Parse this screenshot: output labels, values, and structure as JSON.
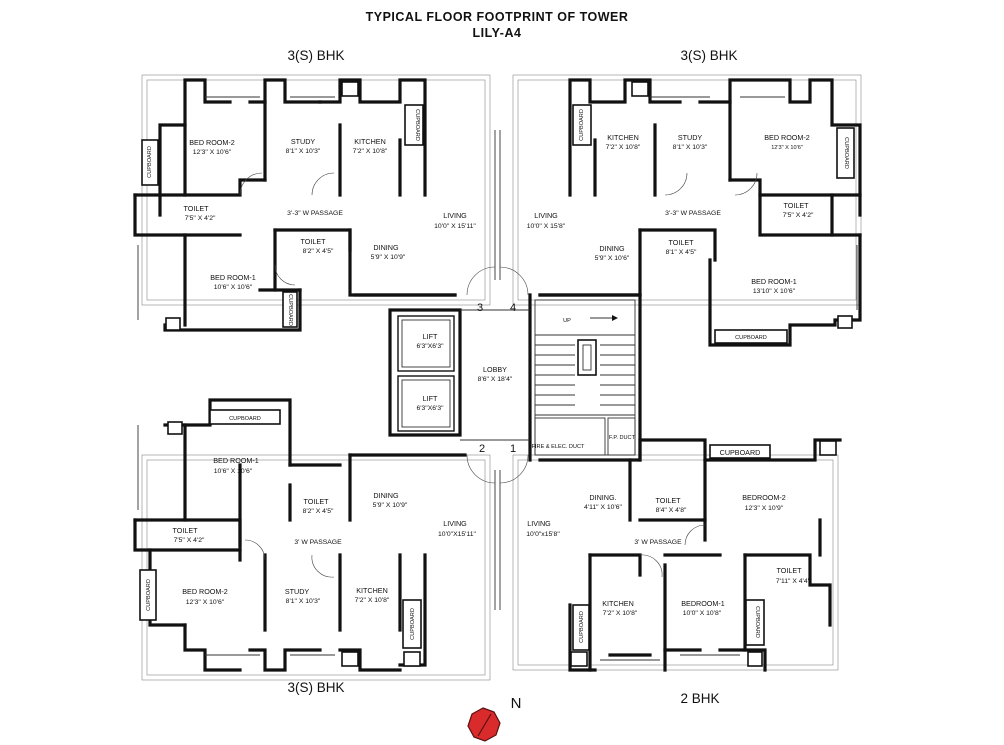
{
  "title": {
    "line1": "TYPICAL FLOOR FOOTPRINT OF TOWER",
    "line2": "LILY-A4"
  },
  "units": {
    "nw": "3(S) BHK",
    "ne": "3(S) BHK",
    "sw": "3(S) BHK",
    "se": "2  BHK"
  },
  "flat_numbers": {
    "n1": "1",
    "n2": "2",
    "n3": "3",
    "n4": "4"
  },
  "north": "N",
  "rooms": {
    "nw": {
      "bed2": {
        "name": "BED ROOM-2",
        "dim": "12'3\" X 10'6\""
      },
      "study": {
        "name": "STUDY",
        "dim": "8'1\" X 10'3\""
      },
      "kitchen": {
        "name": "KITCHEN",
        "dim": "7'2\" X 10'8\""
      },
      "cup_k": "CUPBOARD",
      "cup_b2": "CUPBOARD",
      "toilet1": {
        "name": "TOILET",
        "dim": "7'5\" X 4'2\""
      },
      "passage": "3'-3\" W PASSAGE",
      "living": {
        "name": "LIVING",
        "dim": "10'0\" X 15'11\""
      },
      "toilet2": {
        "name": "TOILET",
        "dim": "8'2\" X 4'5\""
      },
      "dining": {
        "name": "DINING",
        "dim": "5'9\" X 10'9\""
      },
      "bed1": {
        "name": "BED ROOM-1",
        "dim": "10'6\" X 10'6\""
      },
      "cup_b1": "CUPBOARD"
    },
    "ne": {
      "cup_k": "CUPBOARD",
      "kitchen": {
        "name": "KITCHEN",
        "dim": "7'2\" X 10'8\""
      },
      "study": {
        "name": "STUDY",
        "dim": "8'1\" X 10'3\""
      },
      "bed2": {
        "name": "BED ROOM-2",
        "dim": "12'3\" X 10'6\""
      },
      "cup_b2": "CUPBOARD",
      "living": {
        "name": "LIVING",
        "dim": "10'0\" X 15'8\""
      },
      "passage": "3'-3\" W PASSAGE",
      "toilet1": {
        "name": "TOILET",
        "dim": "7'5\" X 4'2\""
      },
      "dining": {
        "name": "DINING",
        "dim": "5'9\" X 10'6\""
      },
      "toilet2": {
        "name": "TOILET",
        "dim": "8'1\" X 4'5\""
      },
      "bed1": {
        "name": "BED ROOM-1",
        "dim": "13'10\" X 10'6\""
      },
      "cup_b1": "CUPBOARD"
    },
    "sw": {
      "cup_b1": "CUPBOARD",
      "bed1": {
        "name": "BED ROOM-1",
        "dim": "10'6\" X 10'6\""
      },
      "toilet2": {
        "name": "TOILET",
        "dim": "8'2\" X 4'5\""
      },
      "dining": {
        "name": "DINING",
        "dim": "5'9\" X 10'9\""
      },
      "toilet1": {
        "name": "TOILET",
        "dim": "7'5\" X 4'2\""
      },
      "passage": "3' W PASSAGE",
      "living": {
        "name": "LIVING",
        "dim": "10'0\"X15'11\""
      },
      "cup_b2": "CUPBOARD",
      "bed2": {
        "name": "BED ROOM-2",
        "dim": "12'3\" X 10'6\""
      },
      "study": {
        "name": "STUDY",
        "dim": "8'1\" X 10'3\""
      },
      "kitchen": {
        "name": "KITCHEN",
        "dim": "7'2\" X 10'8\""
      },
      "cup_k": "CUPBOARD"
    },
    "se": {
      "cup_b2": "CUPBOARD",
      "dining": {
        "name": "DINING.",
        "dim": "4'11\" X 10'6\""
      },
      "toilet1": {
        "name": "TOILET",
        "dim": "8'4\" X 4'8\""
      },
      "bed2": {
        "name": "BEDROOM-2",
        "dim": "12'3\" X 10'9\""
      },
      "living": {
        "name": "LIVING",
        "dim": "10'0\"x15'8\""
      },
      "passage": "3' W PASSAGE",
      "toilet2": {
        "name": "TOILET",
        "dim": "7'11\" X 4'4\""
      },
      "kitchen": {
        "name": "KITCHEN",
        "dim": "7'2\" X 10'8\""
      },
      "bed1": {
        "name": "BEDROOM-1",
        "dim": "10'0\" X 10'8\""
      },
      "cup_k": "CUPBOARD",
      "cup_b1": "CUPBOARD"
    }
  },
  "core": {
    "lift1": {
      "name": "LIFT",
      "dim": "6'3\"X6'3\""
    },
    "lift2": {
      "name": "LIFT",
      "dim": "6'3\"X6'3\""
    },
    "lobby": {
      "name": "LOBBY",
      "dim": "8'6\" X 18'4\""
    },
    "stair_up": "UP",
    "fire_duct": "FIRE & ELEC. DUCT",
    "fp_duct": "F.P. DUCT"
  }
}
